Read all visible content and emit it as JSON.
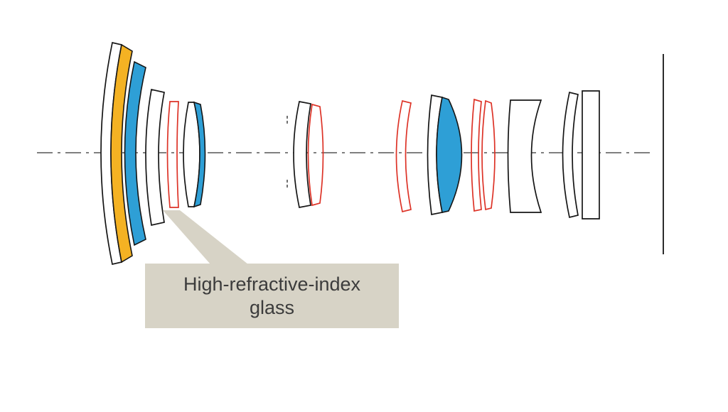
{
  "callout": {
    "line1": "High-refractive-index",
    "line2": "glass"
  },
  "colors": {
    "yellow": "#F4B223",
    "blue": "#2E9FD6",
    "red": "#DD3327",
    "outline": "#151515",
    "axis": "#333333",
    "callout_bg": "#D7D3C6",
    "callout_text": "#3C3C3C",
    "background": "#FFFFFF"
  },
  "diagram": {
    "type": "lens-cross-section",
    "groups": [
      {
        "name": "front-group",
        "elements": [
          "white-meniscus",
          "yellow-meniscus",
          "blue-meniscus",
          "white-lens",
          "red-outline-element",
          "white-biconvex",
          "blue-crescent"
        ]
      },
      {
        "name": "middle-group",
        "elements": [
          "white-lens",
          "red-outline-meniscus"
        ]
      },
      {
        "name": "rear-group",
        "elements": [
          "red-outline-meniscus",
          "white-lens",
          "blue-biconvex",
          "red-outline-element",
          "red-outline-meniscus",
          "white-concave-lens",
          "white-meniscus",
          "white-plate"
        ]
      }
    ],
    "image_plane": "vertical-line"
  }
}
